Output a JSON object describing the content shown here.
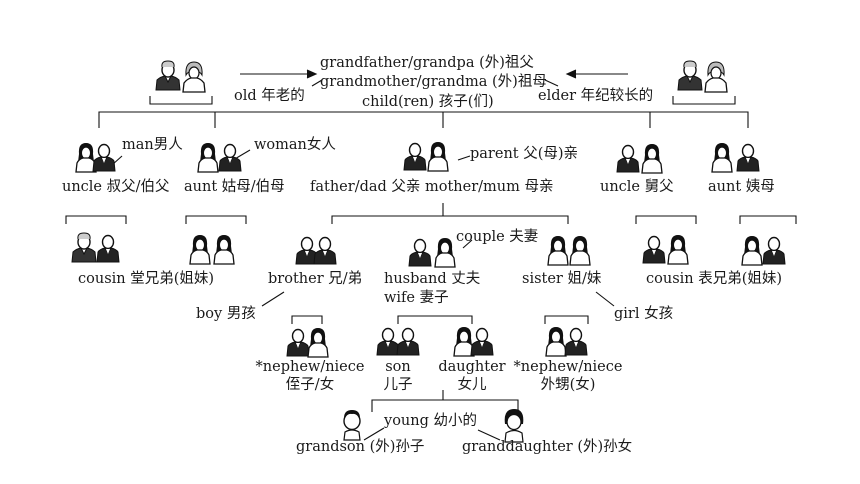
{
  "top": {
    "grandfather": "grandfather/grandpa (外)祖父",
    "grandmother": "grandmother/grandma (外)祖母",
    "children": "child(ren) 孩子(们)",
    "old": "old 年老的",
    "elder": "elder 年纪较长的"
  },
  "gen2": {
    "man": "man男人",
    "woman": "woman女人",
    "parent": "parent 父(母)亲",
    "uncle_paternal": "uncle 叔父/伯父",
    "aunt_paternal": "aunt 姑母/伯母",
    "father_mother": "father/dad 父亲  mother/mum 母亲",
    "uncle_maternal": "uncle 舅父",
    "aunt_maternal": "aunt 姨母"
  },
  "gen3": {
    "couple": "couple 夫妻",
    "cousin_paternal": "cousin 堂兄弟(姐妹)",
    "brother": "brother 兄/弟",
    "husband": "husband 丈夫",
    "wife": "wife 妻子",
    "sister": "sister 姐/妹",
    "cousin_maternal": "cousin 表兄弟(姐妹)",
    "boy": "boy 男孩",
    "girl": "girl 女孩"
  },
  "gen4": {
    "nephew_left_en": "*nephew/niece",
    "nephew_left_zh": "侄子/女",
    "son_en": "son",
    "son_zh": "儿子",
    "daughter_en": "daughter",
    "daughter_zh": "女儿",
    "nephew_right_en": "*nephew/niece",
    "nephew_right_zh": "外甥(女)"
  },
  "gen5": {
    "young": "young 幼小的",
    "grandson": "grandson (外)孙子",
    "granddaughter": "granddaughter (外)孙女"
  }
}
